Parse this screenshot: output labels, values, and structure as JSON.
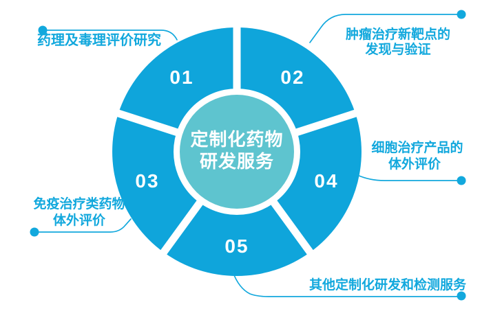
{
  "diagram": {
    "center": {
      "title_line1": "定制化药物",
      "title_line2": "研发服务"
    },
    "segments": [
      {
        "number": "01",
        "label_lines": [
          "药理及毒理评价研究"
        ]
      },
      {
        "number": "02",
        "label_lines": [
          "肿瘤治疗新靶点的",
          "发现与验证"
        ]
      },
      {
        "number": "03",
        "label_lines": [
          "免疫治疗类药物",
          "体外评价"
        ]
      },
      {
        "number": "04",
        "label_lines": [
          "细胞治疗产品的",
          "体外评价"
        ]
      },
      {
        "number": "05",
        "label_lines": [
          "其他定制化研发和检测服务"
        ]
      }
    ],
    "colors": {
      "ring_blue": "#0FA5DB",
      "center_teal": "#5EC4CF",
      "label_blue": "#12A8DD",
      "white": "#FFFFFF"
    }
  }
}
